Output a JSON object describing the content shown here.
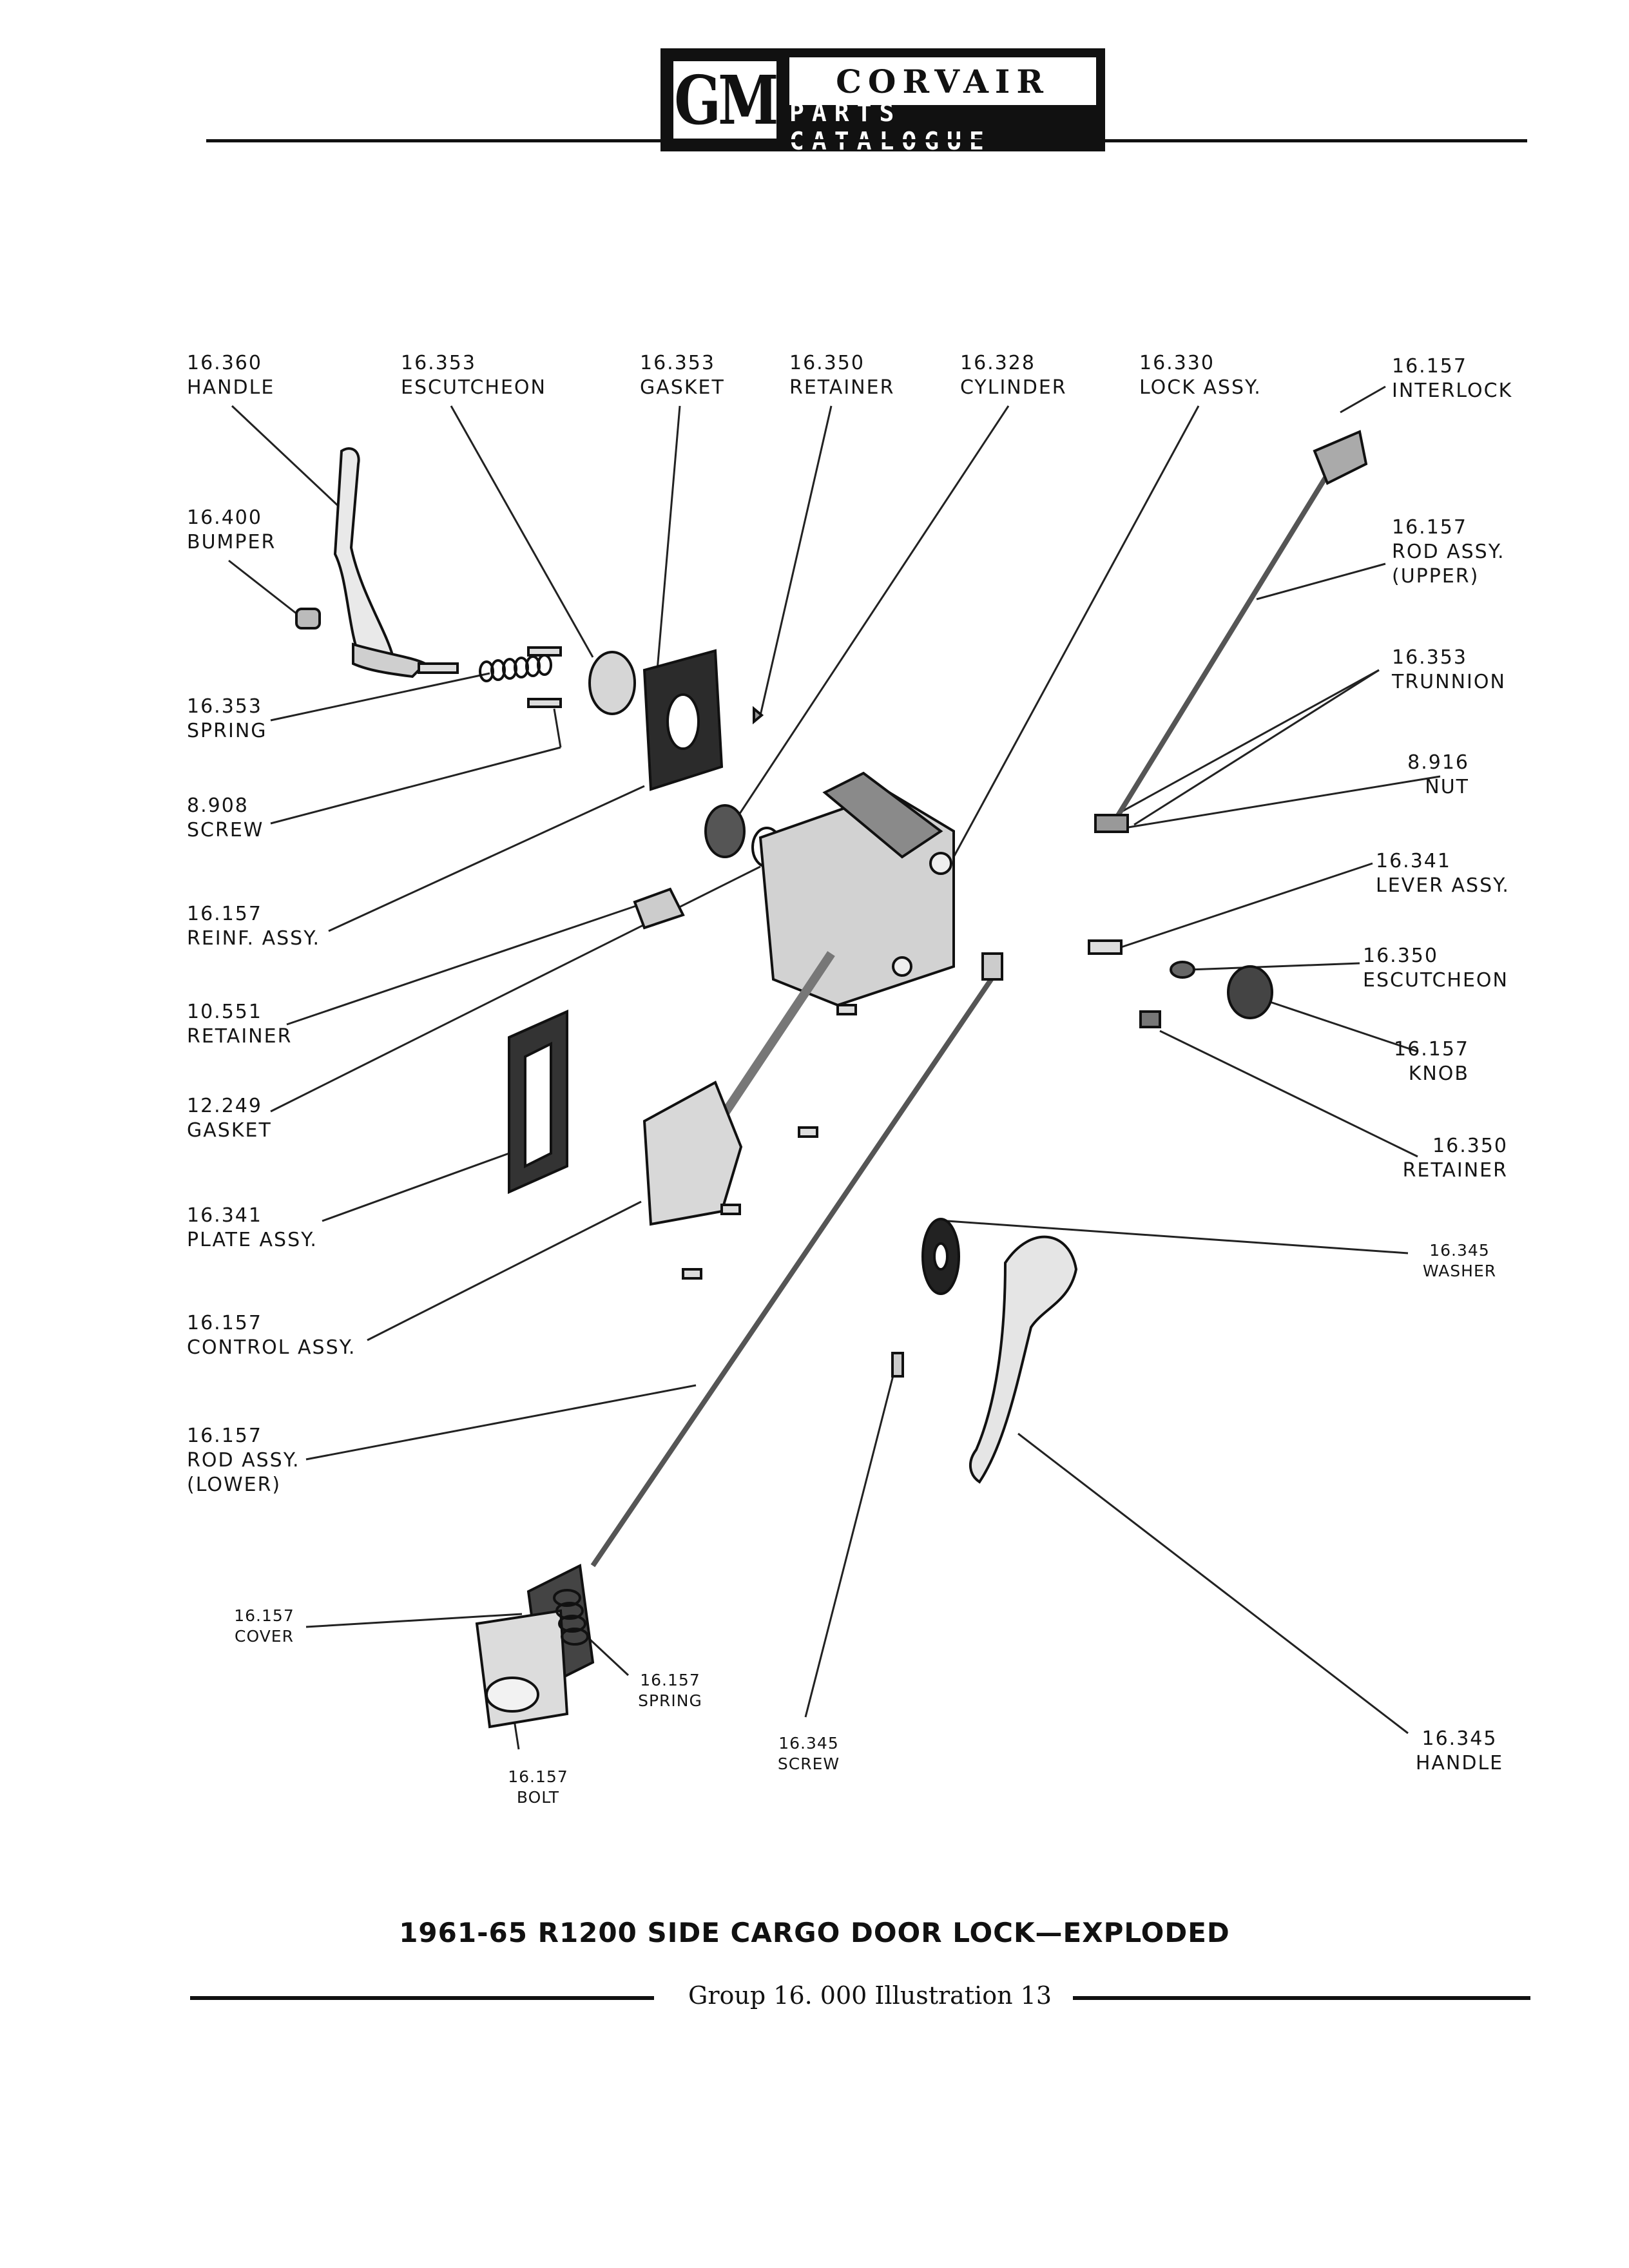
{
  "header": {
    "logo_mark": "GM",
    "brand": "CORVAIR",
    "subtitle": "PARTS CATALOGUE"
  },
  "callouts": [
    {
      "id": "handle",
      "number": "16.360",
      "name": "HANDLE"
    },
    {
      "id": "escutcheon-top",
      "number": "16.353",
      "name": "ESCUTCHEON"
    },
    {
      "id": "gasket-top",
      "number": "16.353",
      "name": "GASKET"
    },
    {
      "id": "retainer-top",
      "number": "16.350",
      "name": "RETAINER"
    },
    {
      "id": "cylinder",
      "number": "16.328",
      "name": "CYLINDER"
    },
    {
      "id": "lock-assy",
      "number": "16.330",
      "name": "LOCK ASSY."
    },
    {
      "id": "interlock",
      "number": "16.157",
      "name": "INTERLOCK"
    },
    {
      "id": "bumper",
      "number": "16.400",
      "name": "BUMPER"
    },
    {
      "id": "rod-assy-upper",
      "number": "16.157",
      "name": "ROD ASSY.",
      "extra": "(UPPER)"
    },
    {
      "id": "trunnion",
      "number": "16.353",
      "name": "TRUNNION"
    },
    {
      "id": "spring-left",
      "number": "16.353",
      "name": "SPRING"
    },
    {
      "id": "nut",
      "number": "8.916",
      "name": "NUT"
    },
    {
      "id": "screw-left",
      "number": "8.908",
      "name": "SCREW"
    },
    {
      "id": "lever-assy",
      "number": "16.341",
      "name": "LEVER ASSY."
    },
    {
      "id": "reinf-assy",
      "number": "16.157",
      "name": "REINF. ASSY."
    },
    {
      "id": "escutcheon-right",
      "number": "16.350",
      "name": "ESCUTCHEON"
    },
    {
      "id": "retainer-left",
      "number": "10.551",
      "name": "RETAINER"
    },
    {
      "id": "knob",
      "number": "16.157",
      "name": "KNOB"
    },
    {
      "id": "gasket-left",
      "number": "12.249",
      "name": "GASKET"
    },
    {
      "id": "retainer-right",
      "number": "16.350",
      "name": "RETAINER"
    },
    {
      "id": "plate-assy",
      "number": "16.341",
      "name": "PLATE ASSY."
    },
    {
      "id": "washer",
      "number": "16.345",
      "name": "WASHER"
    },
    {
      "id": "control-assy",
      "number": "16.157",
      "name": "CONTROL ASSY."
    },
    {
      "id": "rod-assy-lower",
      "number": "16.157",
      "name": "ROD ASSY.",
      "extra": "(LOWER)"
    },
    {
      "id": "cover",
      "number": "16.157",
      "name": "COVER"
    },
    {
      "id": "spring-bottom",
      "number": "16.157",
      "name": "SPRING"
    },
    {
      "id": "screw-bottom",
      "number": "16.345",
      "name": "SCREW"
    },
    {
      "id": "handle-right",
      "number": "16.345",
      "name": "HANDLE"
    },
    {
      "id": "bolt",
      "number": "16.157",
      "name": "BOLT"
    }
  ],
  "caption": "1961-65 R1200 SIDE CARGO DOOR LOCK—EXPLODED",
  "footer": {
    "group_label": "Group 16. 000",
    "illustration_label": "Illustration 13"
  }
}
